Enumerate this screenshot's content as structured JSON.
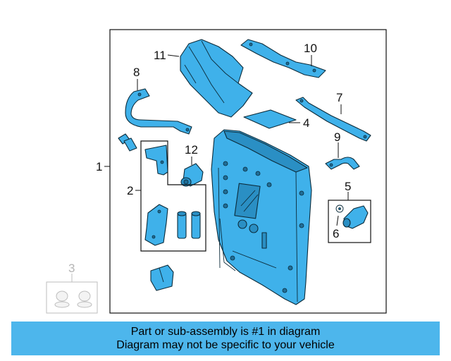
{
  "callouts": {
    "c1": "1",
    "c2": "2",
    "c3": "3",
    "c4": "4",
    "c5": "5",
    "c6": "6",
    "c7": "7",
    "c8": "8",
    "c9": "9",
    "c10": "10",
    "c11": "11",
    "c12": "12"
  },
  "banner": {
    "line1": "Part or sub-assembly is #1 in diagram",
    "line2": "Diagram may not be specific to your vehicle"
  },
  "colors": {
    "part_fill": "#3fb1ea",
    "banner_bg": "#4db6ec",
    "outline": "#0c2b3a"
  }
}
